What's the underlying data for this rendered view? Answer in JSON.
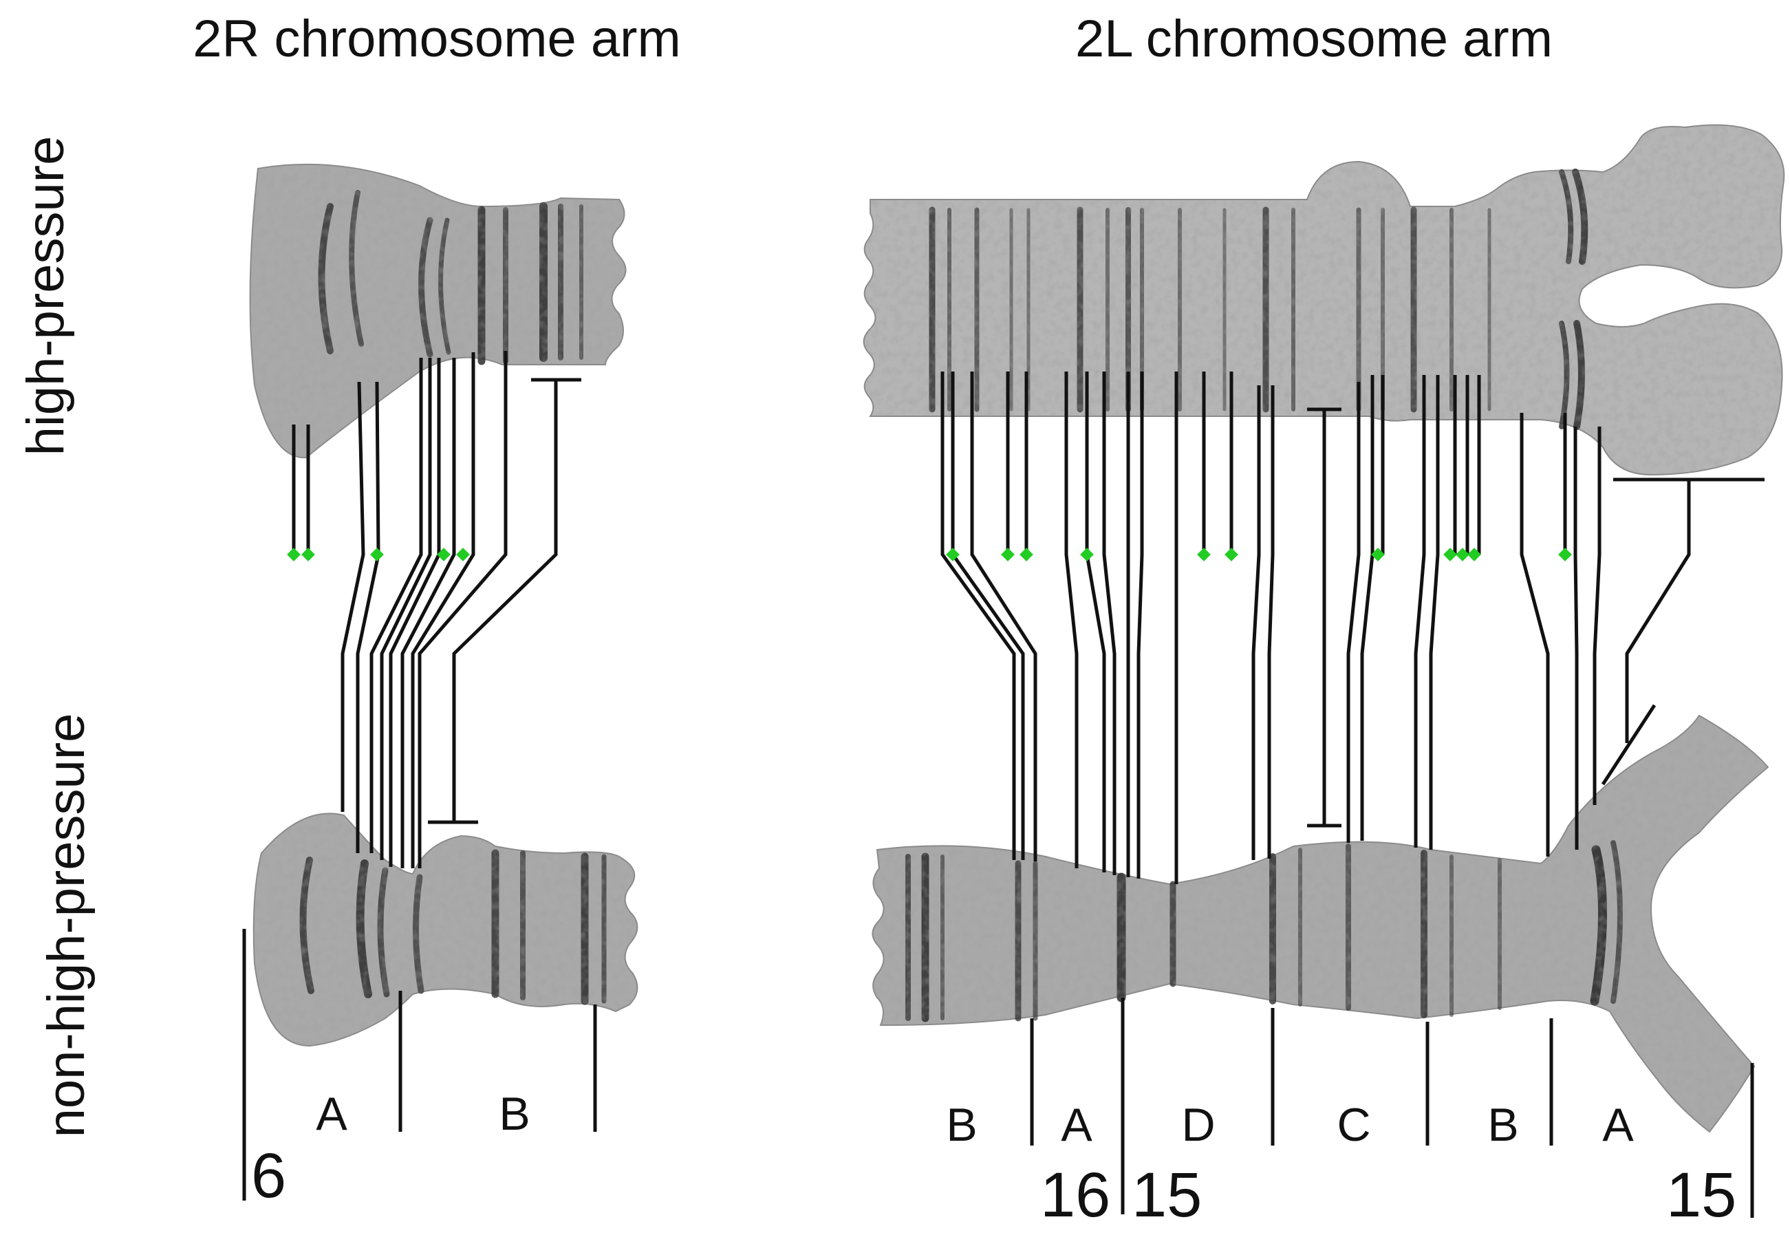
{
  "titles": {
    "left": "2R chromosome arm",
    "right": "2L chromosome arm"
  },
  "row_labels": {
    "top": "high-pressure",
    "bottom": "non-high-pressure"
  },
  "regions_2R": [
    "A",
    "B"
  ],
  "division_2R": "6",
  "regions_2L": [
    "B",
    "A",
    "D",
    "C",
    "B",
    "A"
  ],
  "divisions_2L": [
    "16",
    "15",
    "15"
  ],
  "colors": {
    "line": "#111111",
    "marker": "#22cc22",
    "chromosome_fill": "#a9a9a9",
    "band": "#2e2e2e"
  }
}
